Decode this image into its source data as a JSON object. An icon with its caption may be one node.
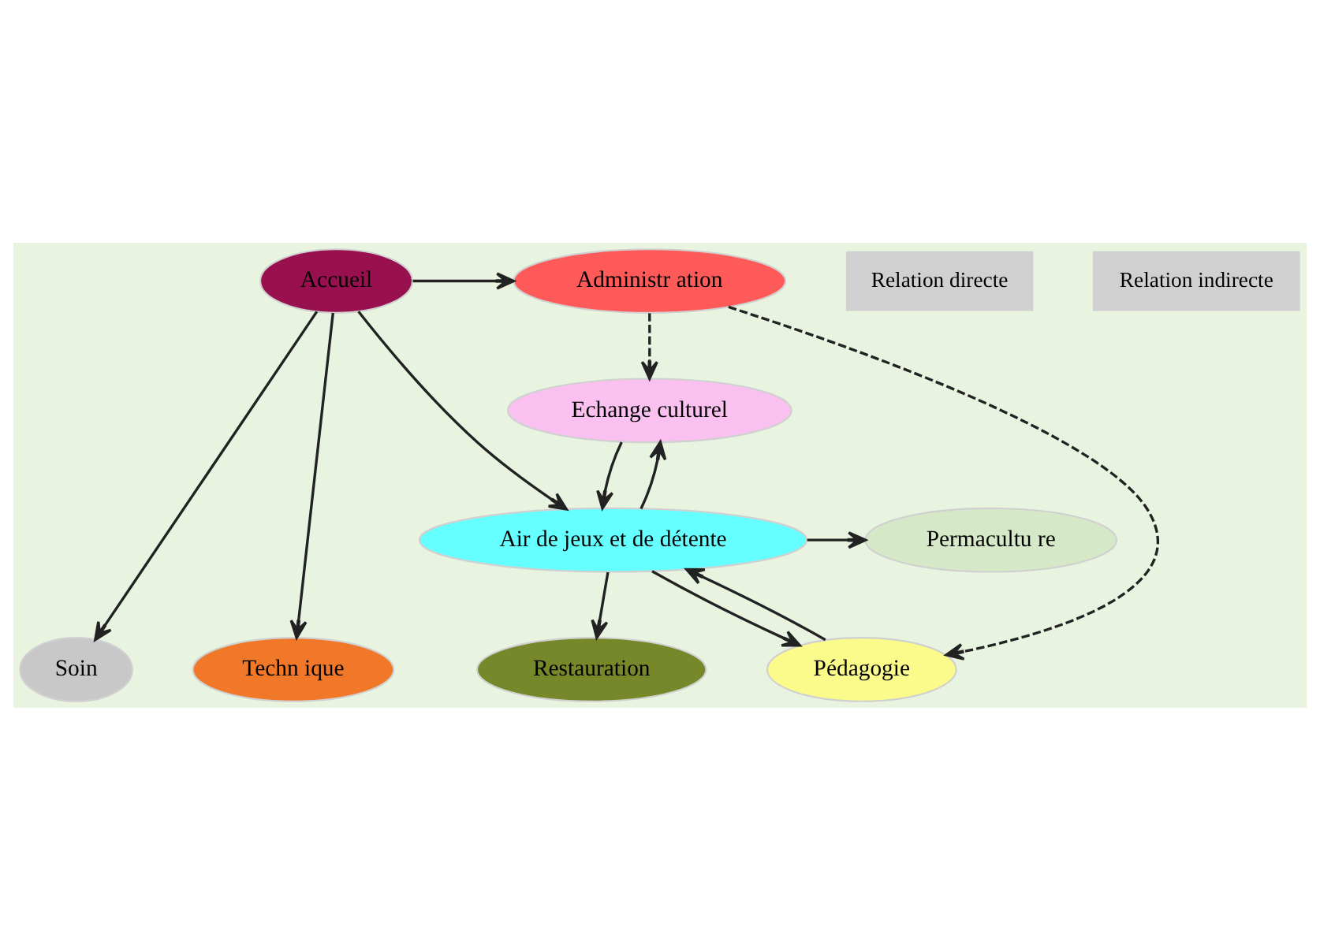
{
  "diagram": {
    "nodes": [
      {
        "text": [
          "Echange culturel"
        ]
      },
      {
        "text": [
          "Pédagogie"
        ]
      },
      {
        "text": [
          "Permacultu re"
        ]
      },
      {
        "text": [
          "Air de jeux et de détente"
        ]
      },
      {
        "text": [
          "Soin"
        ]
      },
      {
        "text": [
          "Techn ique"
        ]
      },
      {
        "text": [
          "Restauration"
        ]
      },
      {
        "text": [
          "Accueil"
        ]
      },
      {
        "text": [
          "Administr ation"
        ]
      }
    ],
    "edges": [
      {
        "from": 0,
        "to": 3,
        "arrow": "to"
      },
      {
        "from": 3,
        "to": 0,
        "arrow": "to"
      },
      {
        "from": 3,
        "to": 1,
        "arrow": "to"
      },
      {
        "from": 1,
        "to": 3,
        "arrow": "to"
      },
      {
        "from": 3,
        "to": 2,
        "arrow": "to"
      },
      {
        "from": 3,
        "to": 6,
        "arrow": "to"
      },
      {
        "from": 7,
        "to": 3,
        "arrow": "to"
      },
      {
        "from": 7,
        "to": 5,
        "arrow": "to"
      },
      {
        "from": 7,
        "to": 4,
        "arrow": "to"
      },
      {
        "from": 7,
        "to": 8,
        "arrow": "to"
      },
      {
        "from": 8,
        "to": 1,
        "arrow": "to",
        "style": "dashed"
      },
      {
        "from": 8,
        "to": 0,
        "arrow": "to",
        "style": "dashed"
      }
    ],
    "legend": [
      {
        "text": "Relation directe"
      },
      {
        "text": "Relation indirecte"
      }
    ]
  }
}
